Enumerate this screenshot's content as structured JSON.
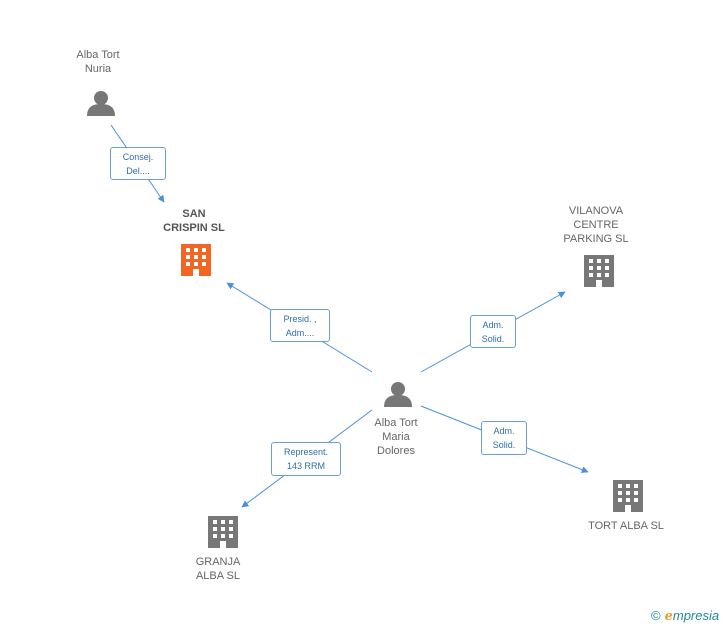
{
  "nodes": {
    "alba_tort_nuria": {
      "label": "Alba Tort\nNuria",
      "kind": "person",
      "icon": "person-icon",
      "color": "#777777"
    },
    "san_crispin": {
      "label": "SAN\nCRISPIN SL",
      "kind": "company",
      "icon": "building-icon",
      "color": "#f26522"
    },
    "vilanova": {
      "label": "VILANOVA\nCENTRE\nPARKING SL",
      "kind": "company",
      "icon": "building-icon",
      "color": "#777777"
    },
    "alba_tort_maria": {
      "label": "Alba Tort\nMaria\nDolores",
      "kind": "person",
      "icon": "person-icon",
      "color": "#777777"
    },
    "granja_alba": {
      "label": "GRANJA\nALBA SL",
      "kind": "company",
      "icon": "building-icon",
      "color": "#777777"
    },
    "tort_alba": {
      "label": "TORT ALBA SL",
      "kind": "company",
      "icon": "building-icon",
      "color": "#777777"
    }
  },
  "edges": {
    "nuria_to_san_crispin": "Consej.\nDel....",
    "maria_to_san_crispin": "Presid. ,\nAdm....",
    "maria_to_vilanova": "Adm.\nSolid.",
    "maria_to_tort_alba": "Adm.\nSolid.",
    "maria_to_granja": "Represent.\n143 RRM"
  },
  "colors": {
    "edge_line": "#4a90d9",
    "edge_label_border": "#6a9fd4",
    "edge_label_text": "#2f6ea8",
    "brand": "#1e8a9a",
    "brand_accent": "#f29a1f"
  },
  "brand": {
    "copyright": "©",
    "initial": "e",
    "name": "mpresia"
  }
}
